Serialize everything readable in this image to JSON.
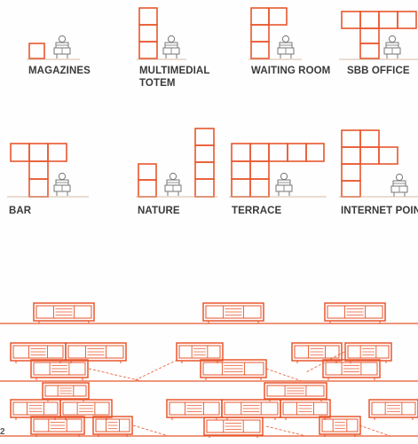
{
  "colors": {
    "modules": "#e8572d",
    "figure": "#777777",
    "text": "#3a3a3a",
    "background": "#fefefe"
  },
  "figure_icon": "person-silhouette-icon",
  "configurations": [
    {
      "label": "MAGAZINES"
    },
    {
      "label": "MULTIMEDIAL",
      "label_line2": "TOTEM"
    },
    {
      "label": "WAITING ROOM"
    },
    {
      "label": "SBB OFFICE"
    },
    {
      "label": "BAR"
    },
    {
      "label": "NATURE"
    },
    {
      "label": "TERRACE"
    },
    {
      "label": "INTERNET POINT"
    }
  ],
  "elevation_icon": "shelving-module-icon",
  "corner_glyph": "2"
}
